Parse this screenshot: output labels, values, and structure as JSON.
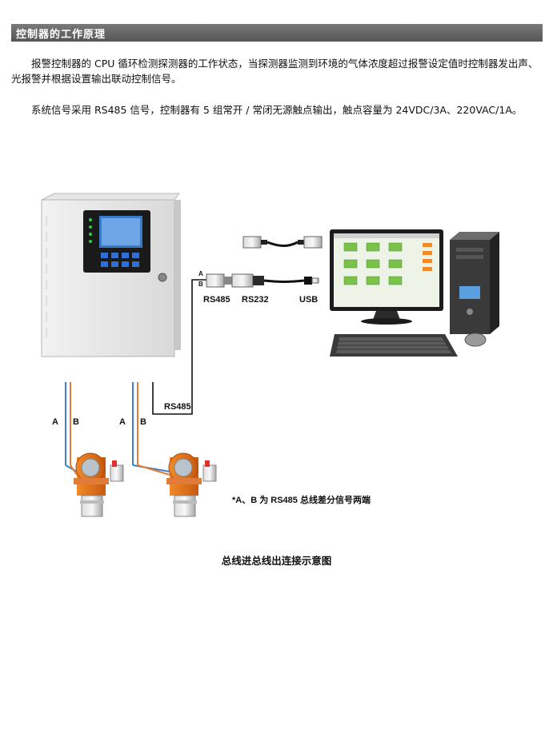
{
  "section": {
    "title": "控制器的工作原理"
  },
  "paragraphs": {
    "p1": "报警控制器的 CPU 循环检测探测器的工作状态，当探测器监测到环境的气体浓度超过报警设定值时控制器发出声、光报警并根据设置输出联动控制信号。",
    "p2": "系统信号采用 RS485 信号，控制器有 5 组常开 / 常闭无源触点输出，触点容量为 24VDC/3A、220VAC/1A。"
  },
  "diagram": {
    "port_labels": {
      "rs485": "RS485",
      "rs232": "RS232",
      "usb": "USB"
    },
    "connector_a": "A",
    "connector_b": "B",
    "bus_label": "RS485",
    "wire_a": "A",
    "wire_b": "B",
    "note": "*A、B 为 RS485 总线差分信号两端"
  },
  "caption": "总线进总线出连接示意图"
}
